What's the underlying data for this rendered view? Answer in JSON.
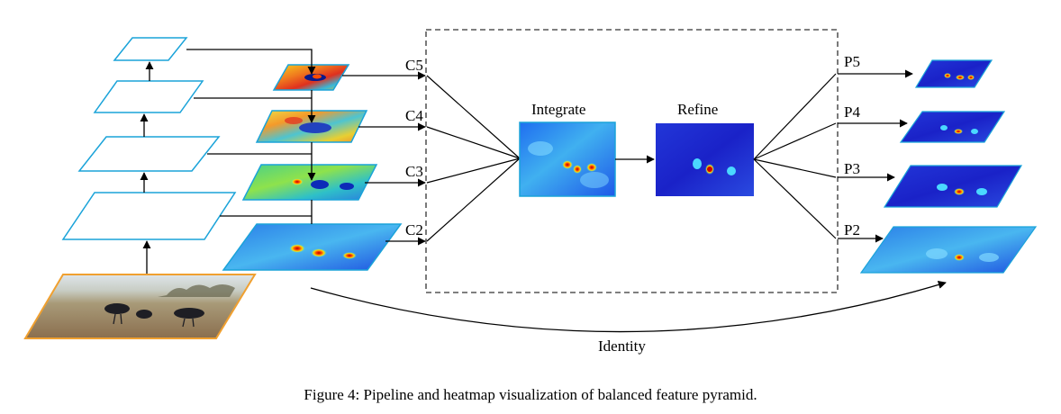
{
  "diagram": {
    "input_labels": [
      "C5",
      "C4",
      "C3",
      "C2"
    ],
    "output_labels": [
      "P5",
      "P4",
      "P3",
      "P2"
    ],
    "integrate_label": "Integrate",
    "refine_label": "Refine",
    "identity_label": "Identity",
    "caption": "Figure 4: Pipeline and heatmap visualization of balanced feature pyramid."
  },
  "colors": {
    "frame_stroke": "#1aa3d9",
    "photo_border": "#f0a030",
    "arrow": "#000000",
    "dashed_box": "#333333"
  }
}
